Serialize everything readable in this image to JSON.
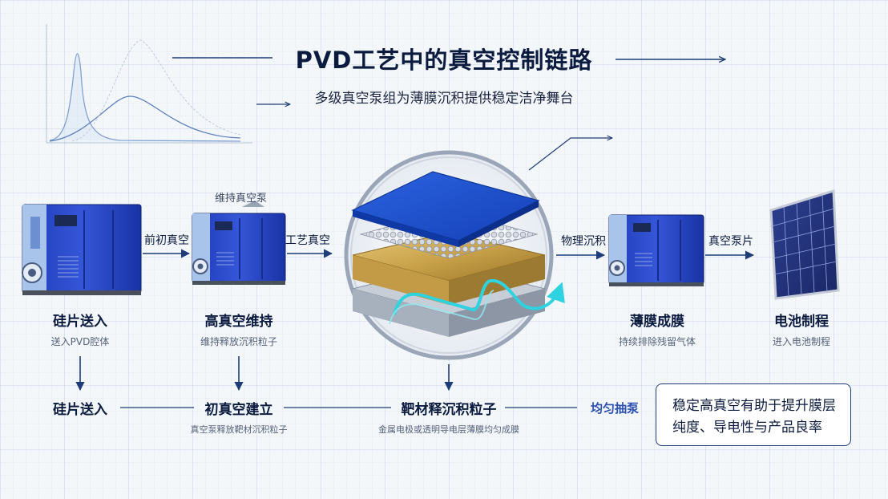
{
  "title": "PVD工艺中的真空控制链路",
  "subtitle": "多级真空泵组为薄膜沉积提供稳定洁净舞台",
  "top_row": {
    "maintain_pump_label": "维持真空泵",
    "stages": [
      {
        "title": "硅片送入",
        "desc": "送入PVD腔体"
      },
      {
        "title": "高真空维持",
        "desc": "维持释放沉积粒子"
      },
      {
        "title": "薄膜成膜",
        "desc": "持续排除残留气体"
      },
      {
        "title": "电池制程",
        "desc": "进入电池制程"
      }
    ],
    "arrows": [
      "前初真空",
      "工艺真空",
      "物理沉积",
      "真空泵片"
    ]
  },
  "bottom_row": {
    "stages": [
      {
        "title": "硅片送入",
        "desc": ""
      },
      {
        "title": "初真空建立",
        "desc": "真空泵释放靶材沉积粒子"
      },
      {
        "title": "靶材释沉积粒子",
        "desc": "金属电极或透明导电层薄膜均匀成膜"
      }
    ],
    "end_label": "均匀抽泵"
  },
  "note": {
    "line1": "稳定高真空有助于提升膜层",
    "line2": "纯度、导电性与产品良率"
  },
  "colors": {
    "pump_blue": "#2346c9",
    "pump_light": "#4a6fe8",
    "accent_cyan": "#2fd3e0",
    "gold": "#c9a24a",
    "navy": "#0e2149"
  }
}
